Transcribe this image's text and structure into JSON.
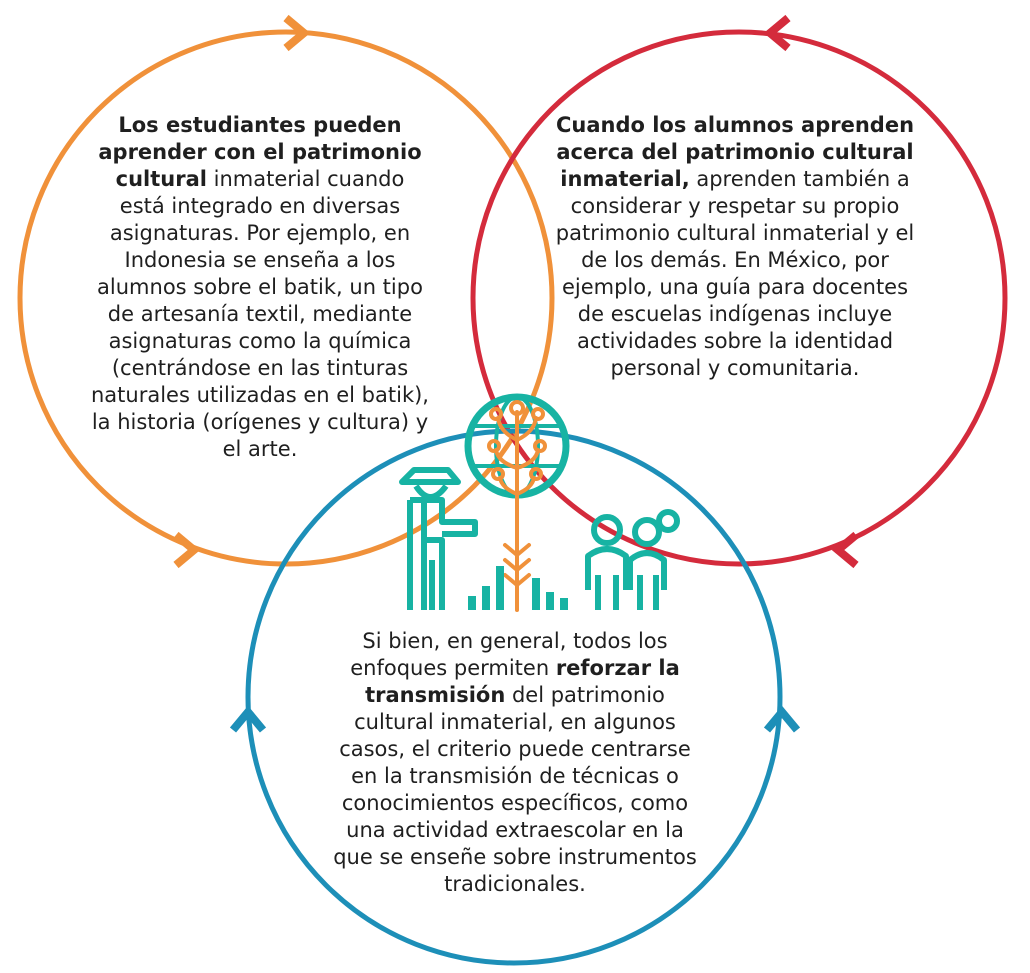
{
  "diagram": {
    "colors": {
      "orange": "#f0913a",
      "red": "#d42b3c",
      "blue": "#1d8fb8",
      "teal": "#17b3a3",
      "text": "#1f1f1f"
    },
    "circles": [
      {
        "id": "orange",
        "bold_lead": "Los estudiantes pueden aprender con el patrimonio cultural",
        "body": " inmaterial cuando está integrado en diversas asignaturas. Por ejemplo, en Indonesia se enseña a los alumnos sobre el batik, un tipo de artesanía textil, mediante asignaturas como la química (centrándose en las tinturas naturales utilizadas en el batik), la historia (orígenes y cultura) y el arte."
      },
      {
        "id": "red",
        "bold_lead": "Cuando los alumnos aprenden acerca del patrimonio cultural inmaterial,",
        "body": " aprenden también a considerar y respetar su propio patrimonio cultural inmaterial y el de los demás. En México, por ejemplo, una guía para docentes de escuelas indígenas incluye actividades sobre la identidad personal y comunitaria."
      },
      {
        "id": "blue",
        "text_before": "Si bien, en general, todos los enfoques permiten ",
        "bold_mid": "reforzar la transmisión",
        "text_after": " del patrimonio cultural inmaterial, en algunos casos, el criterio puede centrarse en la transmisión de técnicas o conocimientos específicos, como una actividad extraescolar en la que se enseñe sobre instrumentos tradicionales."
      }
    ],
    "icons": [
      "globe-tree-icon",
      "teacher-icon",
      "students-icon",
      "growth-bars-icon",
      "arrow-icon"
    ]
  }
}
